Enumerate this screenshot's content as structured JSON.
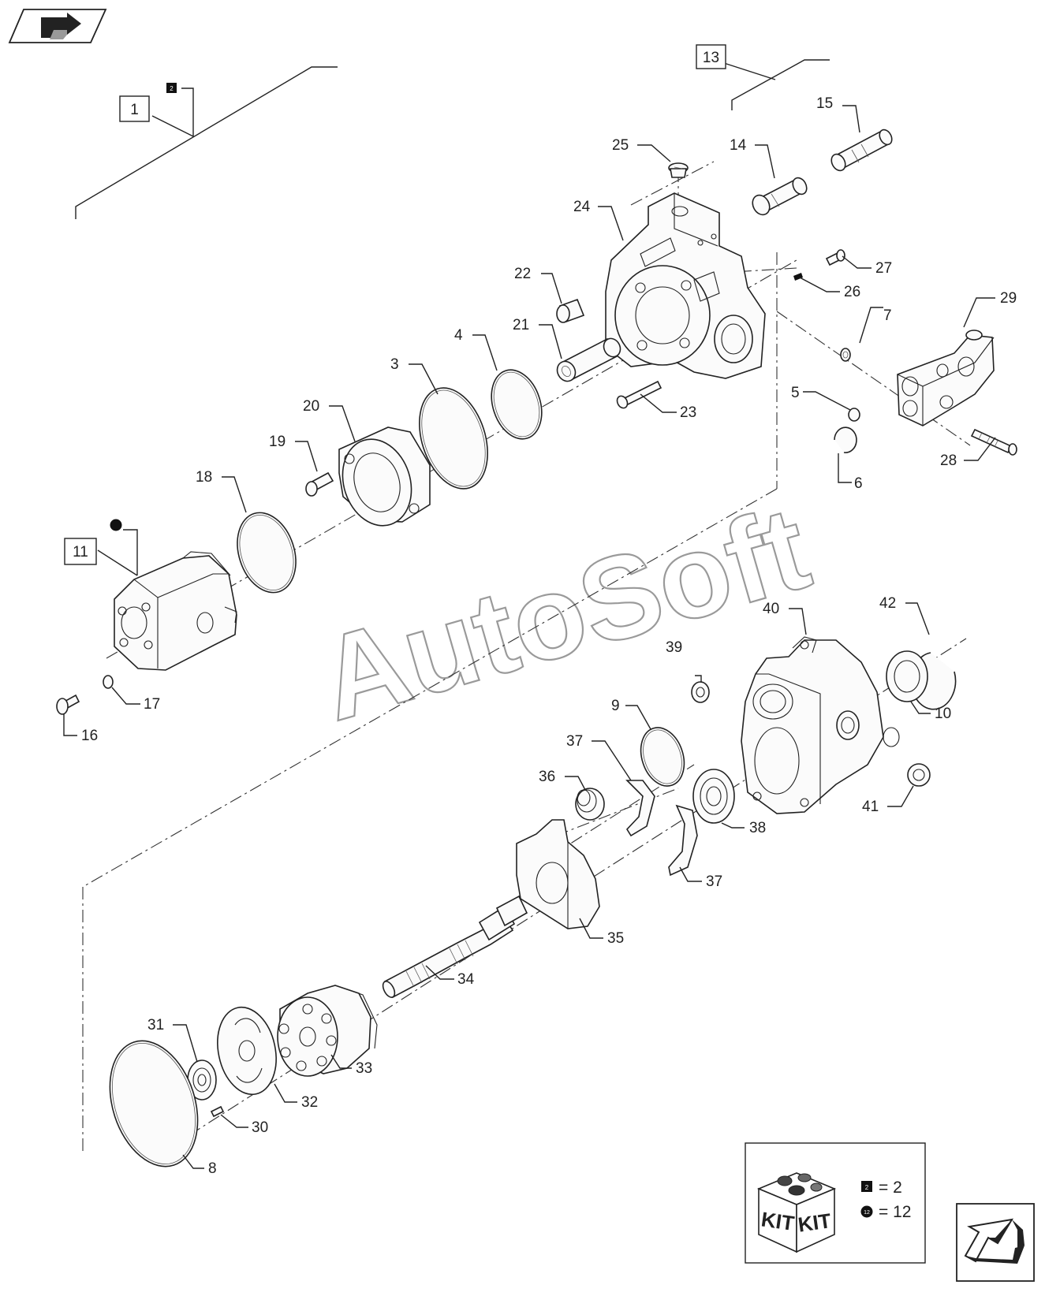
{
  "watermark": "AutoSoft",
  "ref_boxes": {
    "b1": "1",
    "b11": "11",
    "b13": "13"
  },
  "callouts": {
    "c2": "2",
    "c3": "3",
    "c4": "4",
    "c5": "5",
    "c6": "6",
    "c7": "7",
    "c8": "8",
    "c9": "9",
    "c10": "10",
    "c14": "14",
    "c15": "15",
    "c16": "16",
    "c17": "17",
    "c18": "18",
    "c19": "19",
    "c20": "20",
    "c21": "21",
    "c22": "22",
    "c23": "23",
    "c24": "24",
    "c25": "25",
    "c26": "26",
    "c27": "27",
    "c28": "28",
    "c29": "29",
    "c30": "30",
    "c31": "31",
    "c32": "32",
    "c33": "33",
    "c34": "34",
    "c35": "35",
    "c36": "36",
    "c37a": "37",
    "c37b": "37",
    "c38": "38",
    "c39": "39",
    "c40": "40",
    "c41": "41",
    "c42": "42"
  },
  "legend": {
    "kit_text_1": "KIT",
    "kit_text_2": "KIT",
    "square_symbol": "2",
    "square_qty": "= 2",
    "circle_symbol": "12",
    "circle_qty": "= 12"
  },
  "icons": {
    "top_left": "back-arrow-icon",
    "bottom_right": "next-arrow-icon"
  }
}
